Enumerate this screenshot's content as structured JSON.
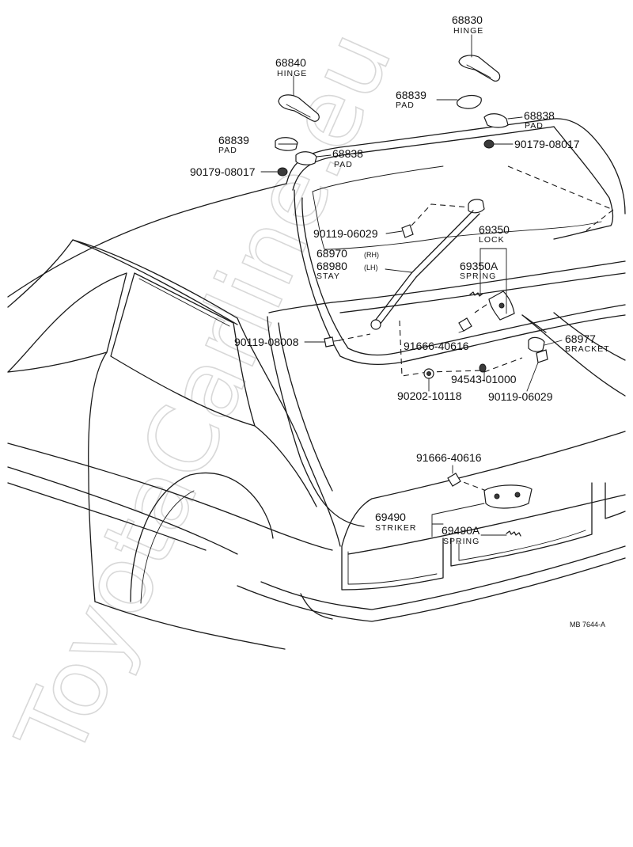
{
  "watermark": "ToyotaCarline.eu",
  "figure_code": "MB 7644-A",
  "labels": {
    "p68830": "68830",
    "p68830_name": "HINGE",
    "p68840": "68840",
    "p68840_name": "HINGE",
    "p68839_top": "68839",
    "p68839_top_name": "PAD",
    "p68838_right": "68838",
    "p68838_right_name": "PAD",
    "p90179_right": "90179-08017",
    "p68839_left": "68839",
    "p68839_left_name": "PAD",
    "p68838_left": "68838",
    "p68838_left_name": "PAD",
    "p90179_left": "90179-08017",
    "p90119_06029_top": "90119-06029",
    "p69350": "69350",
    "p69350_name": "LOCK",
    "p68970": "68970",
    "p68970_side": "(RH)",
    "p68980": "68980",
    "p68980_side": "(LH)",
    "stay_name": "STAY",
    "p69350A": "69350A",
    "p69350A_name": "SPRING",
    "p90119_08008": "90119-08008",
    "p91666_40616_top": "91666-40616",
    "p68977": "68977",
    "p68977_name": "BRACKET",
    "p94543": "94543-01000",
    "p90202": "90202-10118",
    "p90119_06029_bottom": "90119-06029",
    "p91666_40616_bottom": "91666-40616",
    "p69490": "69490",
    "p69490_name": "STRIKER",
    "p69490A": "69490A",
    "p69490A_name": "SPRING"
  }
}
